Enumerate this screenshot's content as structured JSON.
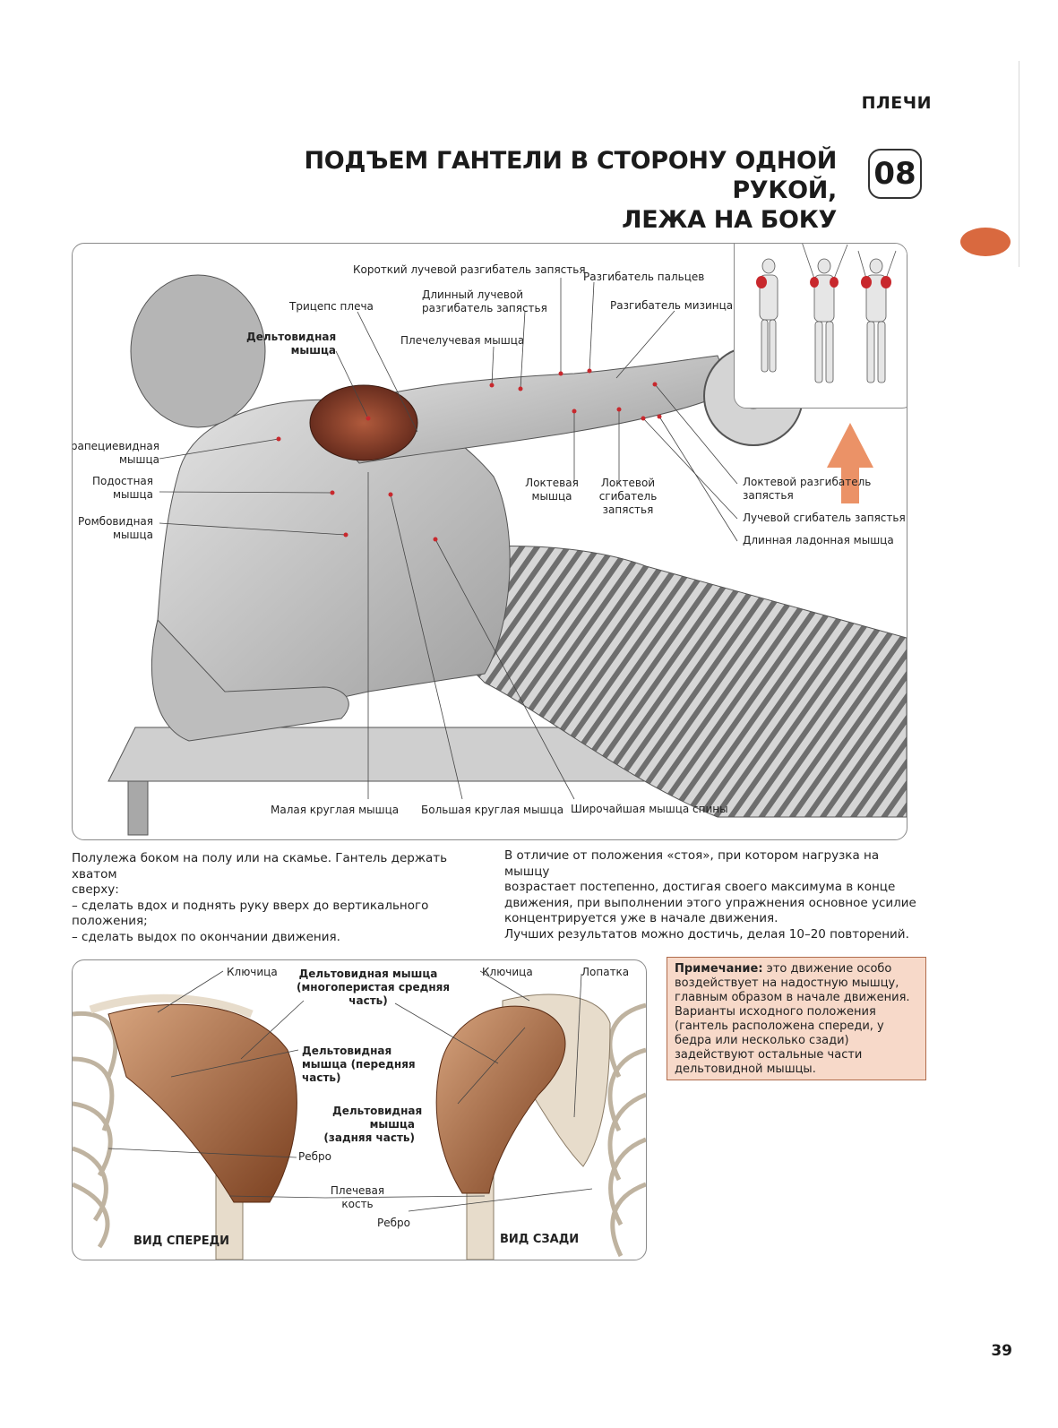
{
  "header": {
    "section": "ПЛЕЧИ",
    "title_line1": "ПОДЪЕМ ГАНТЕЛИ В СТОРОНУ ОДНОЙ РУКОЙ,",
    "title_line2": "ЛЕЖА НА БОКУ",
    "number": "08"
  },
  "main_figure": {
    "labels": {
      "short_radial_extensor": "Короткий лучевой разгибатель запястья",
      "finger_extensor": "Разгибатель пальцев",
      "long_radial_extensor_1": "Длинный лучевой",
      "long_radial_extensor_2": "разгибатель запястья",
      "triceps": "Трицепс плеча",
      "little_finger_extensor": "Разгибатель мизинца",
      "deltoid_1": "Дельтовидная",
      "deltoid_2": "мышца",
      "brachioradialis": "Плечелучевая мышца",
      "trapezius_1": "Трапециевидная",
      "trapezius_2": "мышца",
      "infraspinatus_1": "Подостная",
      "infraspinatus_2": "мышца",
      "rhomboid_1": "Ромбовидная",
      "rhomboid_2": "мышца",
      "anconeus_1": "Локтевая",
      "anconeus_2": "мышца",
      "ulnar_flexor_1": "Локтевой",
      "ulnar_flexor_2": "сгибатель",
      "ulnar_flexor_3": "запястья",
      "ulnar_extensor_1": "Локтевой разгибатель",
      "ulnar_extensor_2": "запястья",
      "radial_flexor": "Лучевой сгибатель запястья",
      "palmaris_longus": "Длинная ладонная мышца",
      "teres_minor": "Малая круглая мышца",
      "teres_major": "Большая круглая мышца",
      "latissimus": "Широчайшая мышца спины"
    }
  },
  "description": {
    "left": "Полулежа боком на полу или на скамье. Гантель держать хватом\nсверху:\n– сделать вдох и поднять руку вверх до вертикального положения;\n– сделать выдох по окончании движения.",
    "right": "В отличие от положения «стоя», при котором нагрузка на мышцу\nвозрастает постепенно, достигая своего максимума в конце\nдвижения, при выполнении этого упражнения основное усилие\nконцентрируется уже в начале движения.\nЛучших результатов можно достичь, делая 10–20 повторений."
  },
  "shoulder_figure": {
    "labels": {
      "clavicle_front": "Ключица",
      "deltoid_middle_1": "Дельтовидная мышца",
      "deltoid_middle_2": "(многоперистая средняя",
      "deltoid_middle_3": "часть)",
      "clavicle_back": "Ключица",
      "scapula": "Лопатка",
      "deltoid_front_1": "Дельтовидная",
      "deltoid_front_2": "мышца (передняя",
      "deltoid_front_3": "часть)",
      "deltoid_back_1": "Дельтовидная",
      "deltoid_back_2": "мышца",
      "deltoid_back_3": "(задняя часть)",
      "rib_1": "Ребро",
      "humerus_1": "Плечевая",
      "humerus_2": "кость",
      "rib_2": "Ребро",
      "view_front": "ВИД СПЕРЕДИ",
      "view_back": "ВИД СЗАДИ"
    }
  },
  "note": {
    "heading": "Примечание:",
    "text": " это движение особо воздействует на надостную мышцу, главным образом в начале движения. Варианты исходного положения (гантель расположена спереди, у бедра или несколько сзади) задействуют остальные части дельтовидной мышцы."
  },
  "page_number": "39",
  "colors": {
    "accent": "#d9693f",
    "muscle_red": "#c8282d",
    "note_bg": "#f7d9c9"
  }
}
